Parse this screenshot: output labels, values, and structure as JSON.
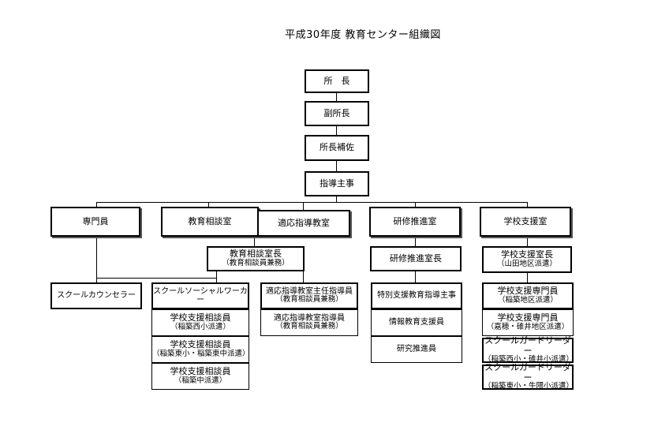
{
  "title": "平成30年度  教育センター組織図",
  "nodes": {
    "shocho": "所　長",
    "fukushocho": "副所長",
    "shocho_hosa": "所長補佐",
    "shido_shuji": "指導主事",
    "senmonin": "専門員",
    "kyoiku_sodanshitsu": "教育相談室",
    "tekio_shido_kyoshitsu": "適応指導教室",
    "kenshu_suishinshitsu": "研修推進室",
    "gakko_shienshitsu": "学校支援室",
    "sodan_shitsucho": {
      "line1": "教育相談室長",
      "line2": "（教育相談員兼務）"
    },
    "kenshu_shitsucho": "研修推進室長",
    "shien_shitsucho": {
      "line1": "学校支援室長",
      "line2": "（山田地区派遣）"
    },
    "school_counselor": "スクールカウンセラー",
    "social_worker": "スクールソーシャルワーカー",
    "sodanin_1": {
      "line1": "学校支援相談員",
      "line2": "（稲築西小派遣）"
    },
    "sodanin_2": {
      "line1": "学校支援相談員",
      "line2": "（稲築東小・稲築東中派遣）"
    },
    "sodanin_3": {
      "line1": "学校支援相談員",
      "line2": "（稲築中派遣）"
    },
    "tekio_shunin": {
      "line1": "適応指導教室主任指導員",
      "line2": "（教育相談員兼務）"
    },
    "tekio_shidoin": {
      "line1": "適応指導教室指導員",
      "line2": "（教育相談員兼務）"
    },
    "tokubetsu_shien": "特別支援教育指導主事",
    "joho_kyoiku": "情報教育支援員",
    "kenkyu_suishin": "研究推進員",
    "senmonin_1": {
      "line1": "学校支援専門員",
      "line2": "（稲築地区派遣）"
    },
    "senmonin_2": {
      "line1": "学校支援専門員",
      "line2": "（嘉穂・碓井地区派遣）"
    },
    "guard_1": {
      "line1": "スクールガードリーダー",
      "line2": "（稲築西小・碓井小派遣）"
    },
    "guard_2": {
      "line1": "スクールガードリーダー",
      "line2": "（稲築東小・牛隈小派遣）"
    }
  }
}
